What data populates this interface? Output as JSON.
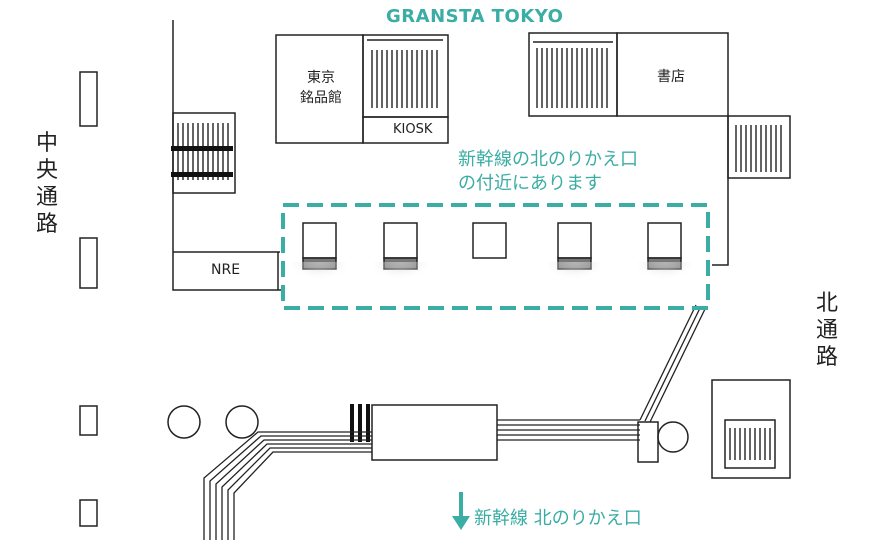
{
  "map": {
    "top_label": "GRANSTA TOKYO",
    "shop_meihinkan": [
      "東京",
      "銘品館"
    ],
    "shop_kiosk": "KIOSK",
    "shop_bookstore": "書店",
    "shop_nre": "NRE",
    "highlight_note": [
      "新幹線の北のりかえ口",
      "の付近にあります"
    ],
    "west_passage": [
      "中",
      "央",
      "通",
      "路"
    ],
    "north_passage": [
      "北",
      "通",
      "路"
    ],
    "direction_label": "新幹線 北のりかえ口",
    "accent_color": "#3aada4",
    "icons": [
      "arrow-down-icon",
      "stairs-icon",
      "pillar-icon",
      "ticket-gate-icon"
    ]
  }
}
